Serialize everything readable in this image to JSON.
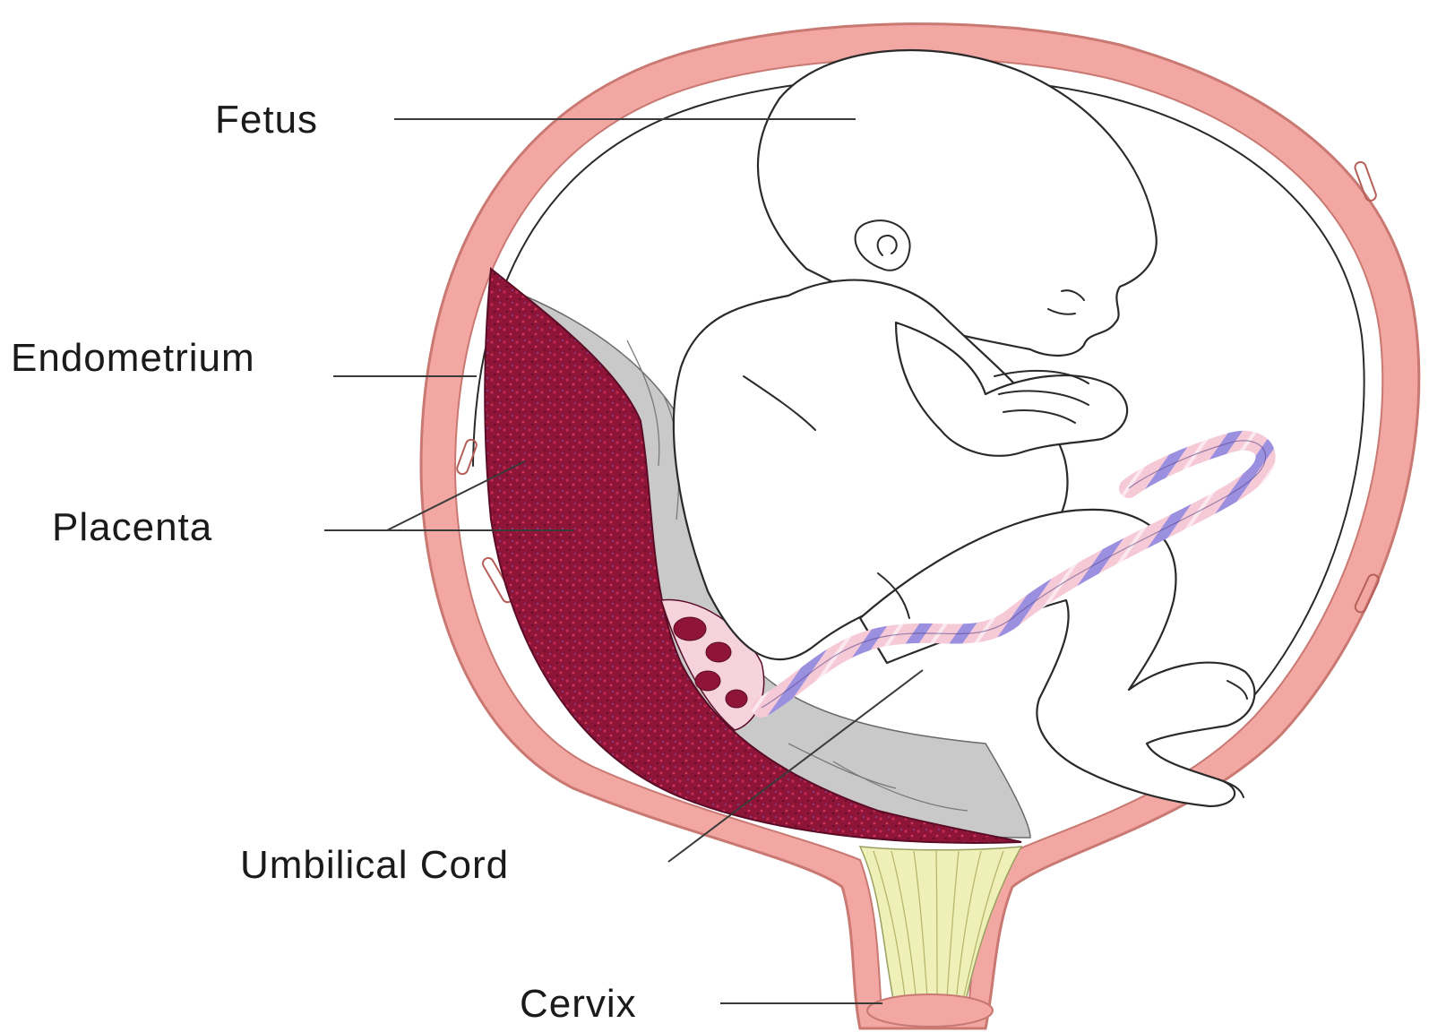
{
  "labels": {
    "fetus": "Fetus",
    "endometrium": "Endometrium",
    "placenta": "Placenta",
    "umbilical_cord": "Umbilical Cord",
    "cervix": "Cervix"
  },
  "colors": {
    "uterine_wall": "#f2a7a3",
    "uterine_wall_edge": "#c97872",
    "placenta": "#8e1538",
    "placenta_speckle": "#c62a52",
    "amnion": "#c9c9c9",
    "cord_base": "#f6c9d6",
    "cord_stripe": "#9b8fe0",
    "cervical_mucus": "#eef0b8"
  }
}
